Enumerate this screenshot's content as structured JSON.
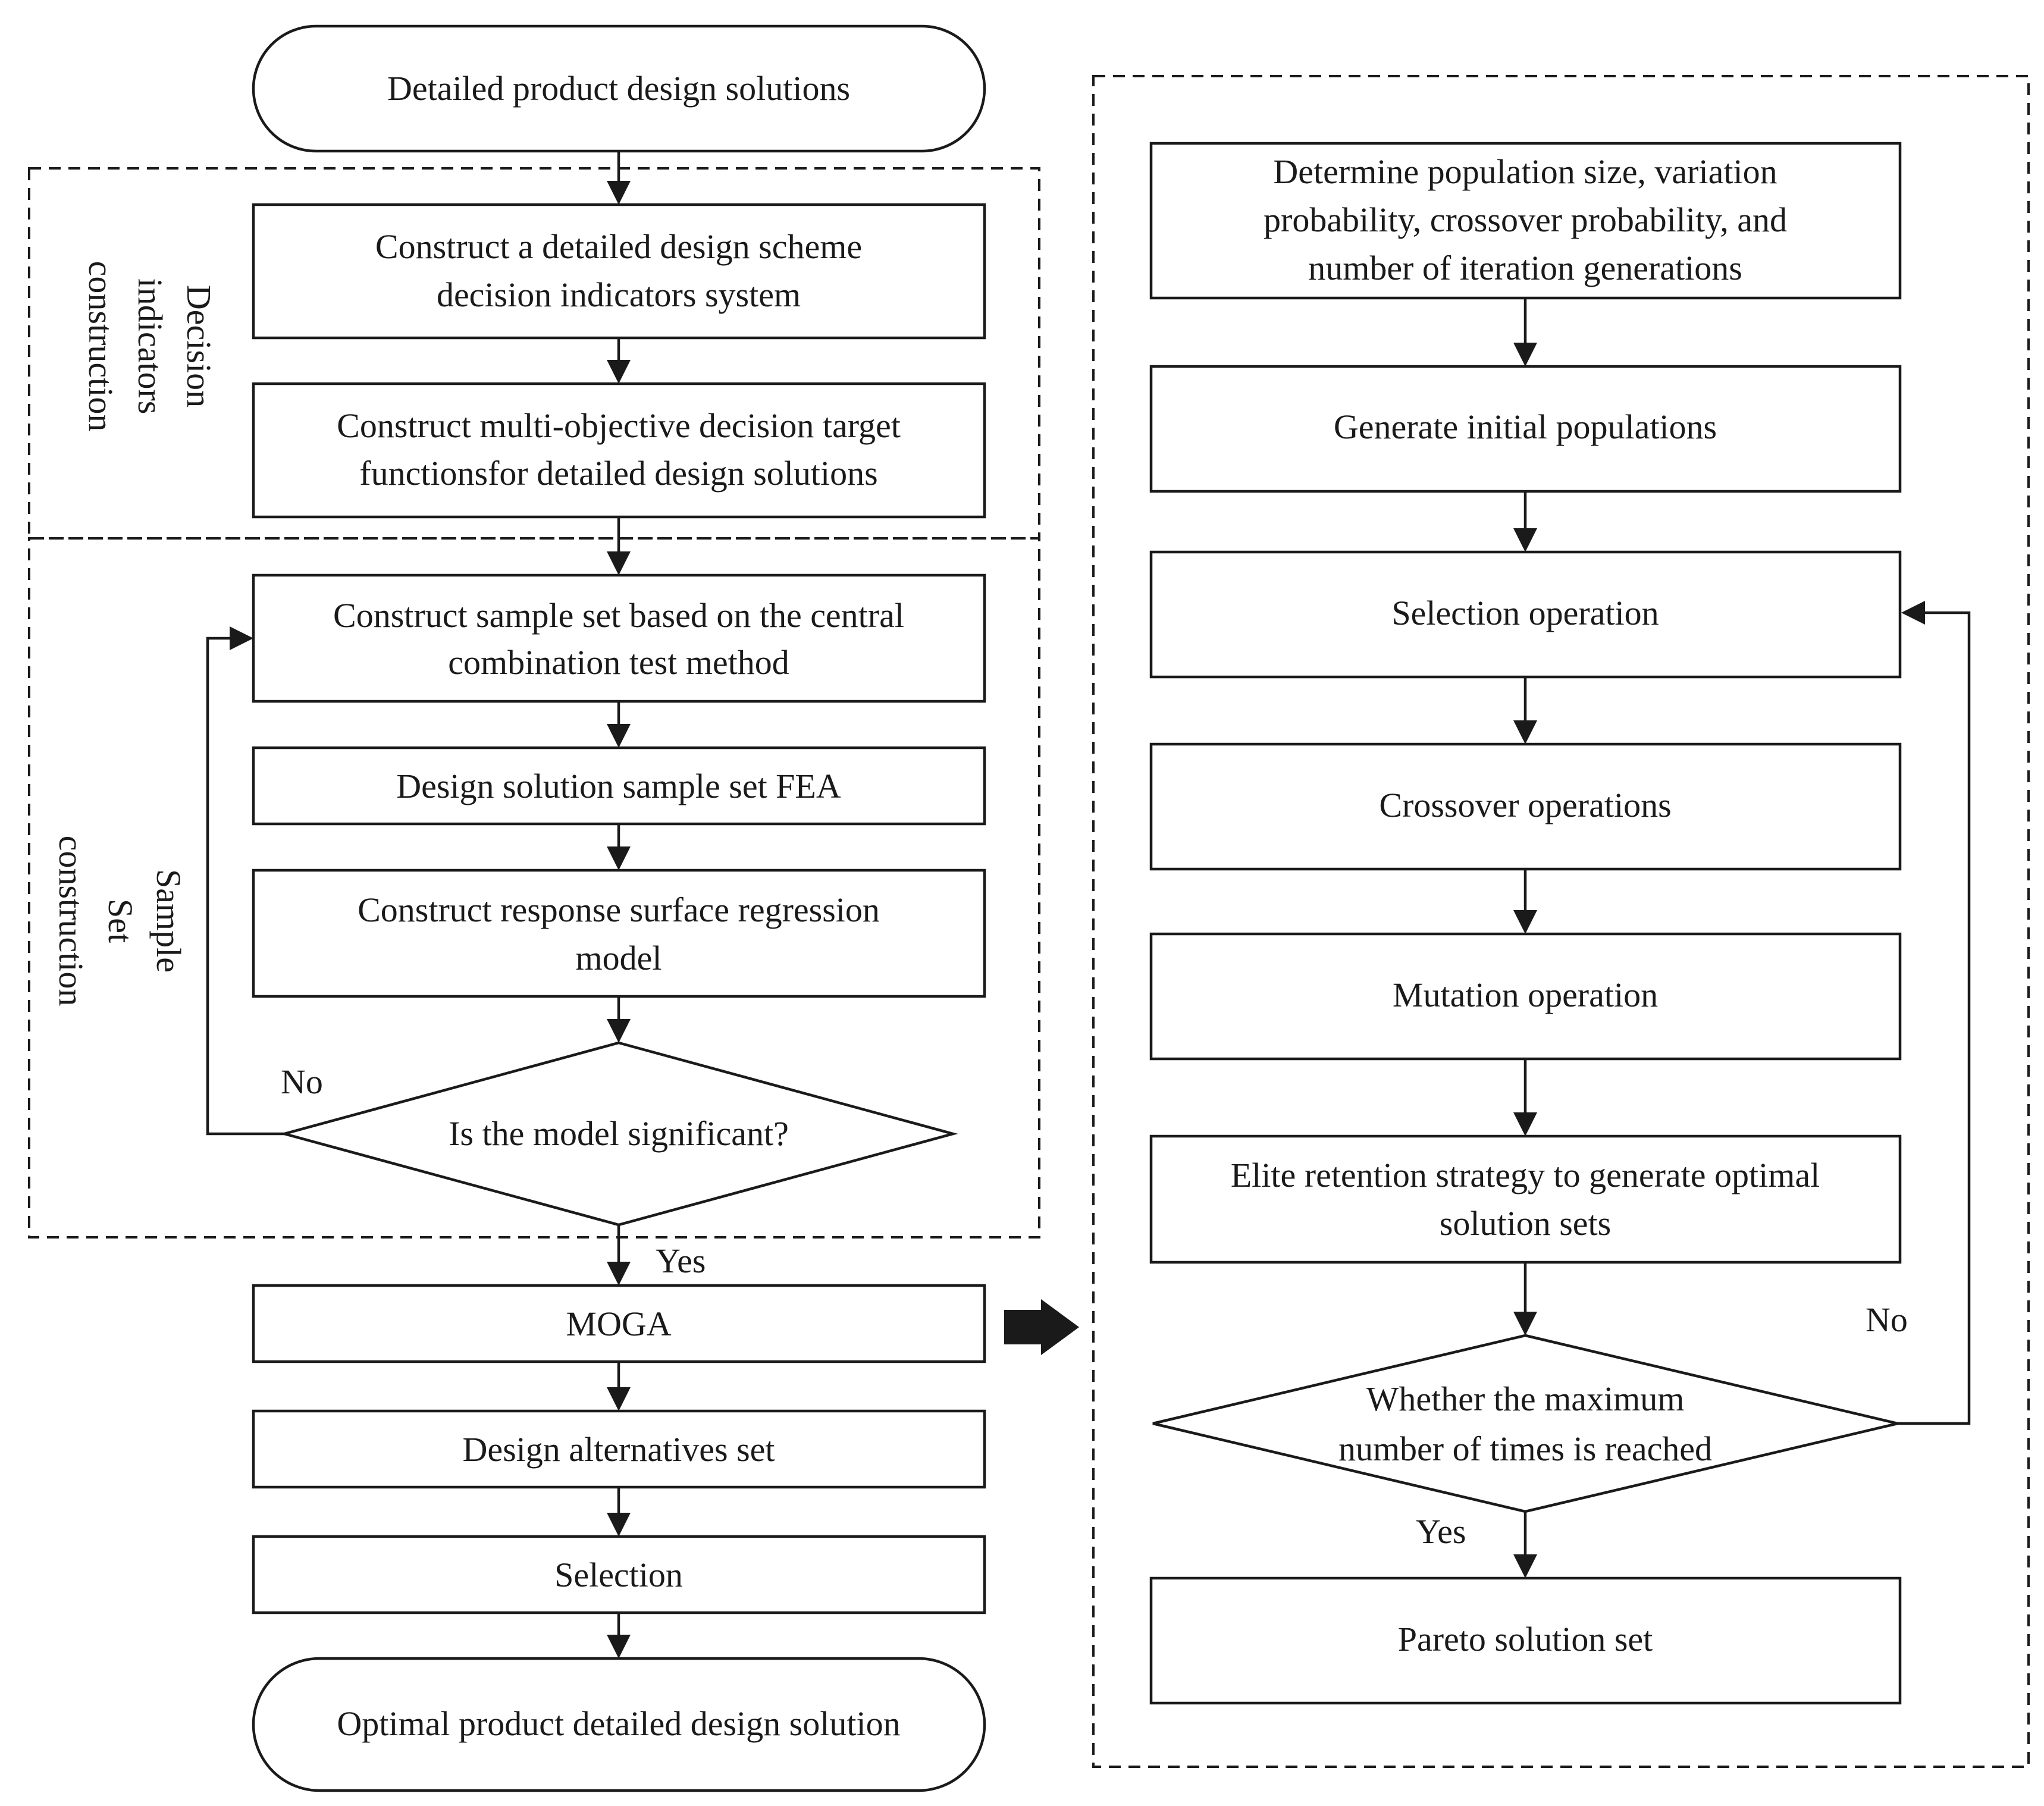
{
  "left_flow": {
    "start": "Detailed product design solutions",
    "construct_indicators_system": [
      "Construct a detailed design scheme",
      "decision indicators system"
    ],
    "construct_target_functions": [
      "Construct  multi-objective decision target",
      "functionsfor detailed design solutions"
    ],
    "construct_sample_set": [
      "Construct sample set based on the central",
      "combination test method"
    ],
    "sample_set_fea": "Design solution sample set FEA",
    "response_surface_model": [
      "Construct response surface regression",
      "model"
    ],
    "model_significant_decision": "Is the model significant?",
    "no_label": "No",
    "yes_label": "Yes",
    "moga": "MOGA",
    "design_alternatives_set": "Design alternatives set",
    "selection": "Selection",
    "end": "Optimal product detailed design solution"
  },
  "groups": {
    "decision_indicators": [
      "Decision",
      "indicators",
      "construction"
    ],
    "sample_set": [
      "Sample",
      "Set",
      "construction"
    ]
  },
  "right_flow": {
    "determine_parameters": [
      "Determine population size, variation",
      "probability, crossover probability, and",
      "number of iteration generations"
    ],
    "generate_populations": "Generate initial populations",
    "selection_operation": "Selection operation",
    "crossover_operations": "Crossover operations",
    "mutation_operation": "Mutation operation",
    "elite_retention": [
      "Elite retention strategy to generate optimal",
      "solution sets"
    ],
    "max_times_decision": [
      "Whether the maximum",
      "number of times is reached"
    ],
    "no_label": "No",
    "yes_label": "Yes",
    "pareto_set": "Pareto solution set"
  }
}
